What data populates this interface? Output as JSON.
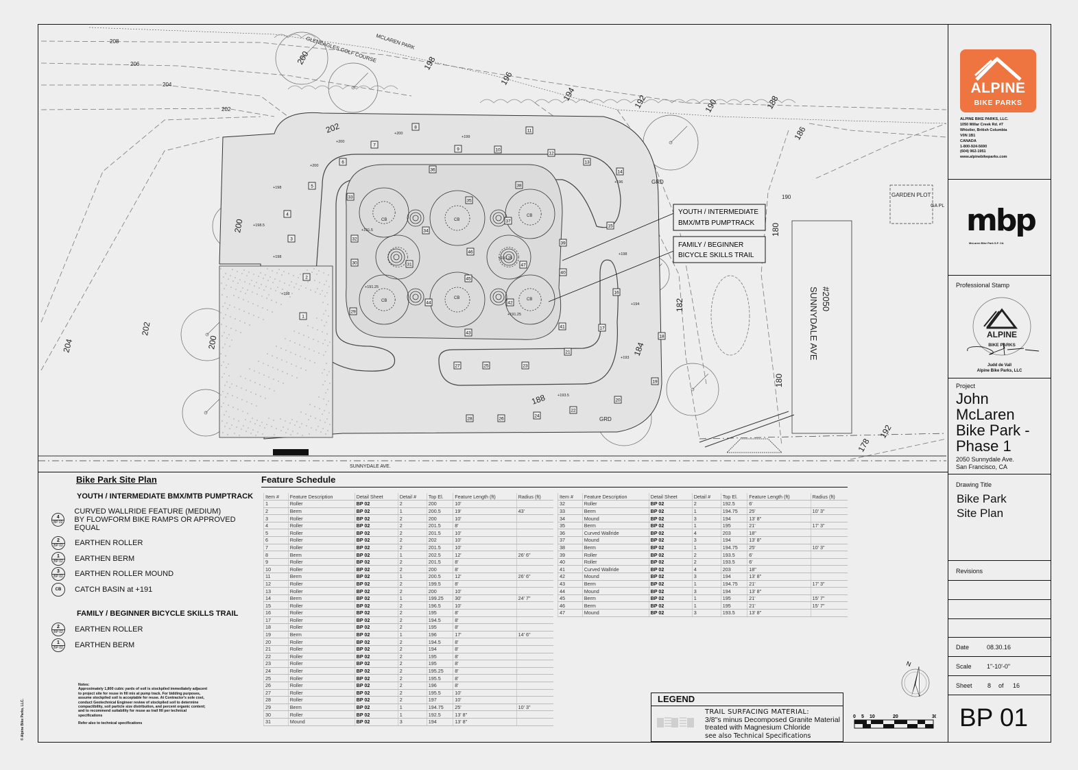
{
  "site_plan": {
    "place_labels": {
      "park": "MCLAREN PARK",
      "golf": "GLENEAGLES GOLF COURSE",
      "street_bottom": "SUNNYDALE AVE.",
      "address_number": "#2050",
      "address_street": "SUNNYDALE AVE",
      "garden": "GARDEN PLOT",
      "garden2": "GA PL",
      "grd": "GRD"
    },
    "contours": [
      "208",
      "206",
      "204",
      "202",
      "200",
      "198",
      "196",
      "194",
      "192",
      "190",
      "188",
      "186",
      "184",
      "182",
      "180",
      "178"
    ],
    "callouts": {
      "pumptrack": "YOUTH / INTERMEDIATE BMX/MTB PUMPTRACK",
      "pumptrack_l1": "YOUTH / INTERMEDIATE",
      "pumptrack_l2": "BMX/MTB PUMPTRACK",
      "skills_l1": "FAMILY / BEGINNER",
      "skills_l2": "BICYCLE SKILLS TRAIL"
    },
    "cb_label": "CB",
    "cb_elevation": "+191",
    "elevations": [
      "+200",
      "+198",
      "+196",
      "+194",
      "+193",
      "+193.5",
      "+191.25",
      "+191.5",
      "+199",
      "+198.5"
    ]
  },
  "legend_left": {
    "title": "Bike Park Site Plan",
    "section1": "YOUTH / INTERMEDIATE BMX/MTB PUMPTRACK",
    "section1_items": [
      {
        "num": "4",
        "sheet": "BP 02",
        "text": "CURVED WALLRIDE FEATURE (MEDIUM)",
        "text2": "BY FLOWFORM BIKE RAMPS OR APPROVED EQUAL"
      },
      {
        "num": "2",
        "sheet": "BP 02",
        "text": "EARTHEN ROLLER"
      },
      {
        "num": "1",
        "sheet": "BP 02",
        "text": "EARTHEN BERM"
      },
      {
        "num": "3",
        "sheet": "BP 02",
        "text": "EARTHEN ROLLER MOUND"
      },
      {
        "num": "CB",
        "sheet": "",
        "text": "CATCH BASIN at +191"
      }
    ],
    "section2": "FAMILY / BEGINNER BICYCLE SKILLS TRAIL",
    "section2_items": [
      {
        "num": "2",
        "sheet": "BP 02",
        "text": "EARTHEN ROLLER"
      },
      {
        "num": "1",
        "sheet": "BP 02",
        "text": "EARTHEN BERM"
      }
    ],
    "notes_title": "Notes:",
    "notes": "Approximately 1,800 cubic yards of soil is stockpiled immediately adjacent to project site for reuse in fill mix at pump track. For bidding purposes, assume stockpiled soil is acceptable for reuse. At Contractor's sole cost, conduct Geotechnical Engineer review of stockpiled soil to determine compactibility, soil particle size distribution, and percent organic content; and to recommend suitability for reuse as trail fill per technical specifications",
    "notes_ref": "Refer also to technical specifications",
    "copyright": "© Alpine Bike Parks, LLC."
  },
  "feature_schedule": {
    "title": "Feature Schedule",
    "columns": [
      "Item #",
      "Feature Description",
      "Detail Sheet",
      "Detail #",
      "Top El.",
      "Feature Length (ft)",
      "Radius (ft)"
    ],
    "rows": [
      [
        "1",
        "Roller",
        "BP 02",
        "2",
        "200",
        "10'",
        ""
      ],
      [
        "2",
        "Berm",
        "BP 02",
        "1",
        "200.5",
        "19'",
        "43'"
      ],
      [
        "3",
        "Roller",
        "BP 02",
        "2",
        "200",
        "10'",
        ""
      ],
      [
        "4",
        "Roller",
        "BP 02",
        "2",
        "201.5",
        "8'",
        ""
      ],
      [
        "5",
        "Roller",
        "BP 02",
        "2",
        "201.5",
        "10'",
        ""
      ],
      [
        "6",
        "Roller",
        "BP 02",
        "2",
        "202",
        "10'",
        ""
      ],
      [
        "7",
        "Roller",
        "BP 02",
        "2",
        "201.5",
        "10'",
        ""
      ],
      [
        "8",
        "Berm",
        "BP 02",
        "1",
        "202.5",
        "12'",
        "26' 6\""
      ],
      [
        "9",
        "Roller",
        "BP 02",
        "2",
        "201.5",
        "8'",
        ""
      ],
      [
        "10",
        "Roller",
        "BP 02",
        "2",
        "200",
        "8'",
        ""
      ],
      [
        "11",
        "Berm",
        "BP 02",
        "1",
        "200.5",
        "12'",
        "26' 6\""
      ],
      [
        "12",
        "Roller",
        "BP 02",
        "2",
        "199.5",
        "8'",
        ""
      ],
      [
        "13",
        "Roller",
        "BP 02",
        "2",
        "200",
        "10'",
        ""
      ],
      [
        "14",
        "Berm",
        "BP 02",
        "1",
        "199.25",
        "30'",
        "24' 7\""
      ],
      [
        "15",
        "Roller",
        "BP 02",
        "2",
        "196.5",
        "10'",
        ""
      ],
      [
        "16",
        "Roller",
        "BP 02",
        "2",
        "195",
        "8'",
        ""
      ],
      [
        "17",
        "Roller",
        "BP 02",
        "2",
        "194.5",
        "8'",
        ""
      ],
      [
        "18",
        "Roller",
        "BP 02",
        "2",
        "195",
        "8'",
        ""
      ],
      [
        "19",
        "Berm",
        "BP 02",
        "1",
        "196",
        "17'",
        "14' 6\""
      ],
      [
        "20",
        "Roller",
        "BP 02",
        "2",
        "194.5",
        "8'",
        ""
      ],
      [
        "21",
        "Roller",
        "BP 02",
        "2",
        "194",
        "8'",
        ""
      ],
      [
        "22",
        "Roller",
        "BP 02",
        "2",
        "195",
        "8'",
        ""
      ],
      [
        "23",
        "Roller",
        "BP 02",
        "2",
        "195",
        "8'",
        ""
      ],
      [
        "24",
        "Roller",
        "BP 02",
        "2",
        "195.25",
        "8'",
        ""
      ],
      [
        "25",
        "Roller",
        "BP 02",
        "2",
        "195.5",
        "8'",
        ""
      ],
      [
        "26",
        "Roller",
        "BP 02",
        "2",
        "196",
        "8'",
        ""
      ],
      [
        "27",
        "Roller",
        "BP 02",
        "2",
        "195.5",
        "10'",
        ""
      ],
      [
        "28",
        "Roller",
        "BP 02",
        "2",
        "197",
        "10'",
        ""
      ],
      [
        "29",
        "Berm",
        "BP 02",
        "1",
        "194.75",
        "25'",
        "10' 3\""
      ],
      [
        "30",
        "Roller",
        "BP 02",
        "1",
        "192.5",
        "13' 8\"",
        ""
      ],
      [
        "31",
        "Mound",
        "BP 02",
        "3",
        "194",
        "13' 8\"",
        ""
      ],
      [
        "32",
        "Roller",
        "BP 02",
        "2",
        "192.5",
        "6'",
        ""
      ],
      [
        "33",
        "Berm",
        "BP 02",
        "1",
        "194.75",
        "25'",
        "10' 3\""
      ],
      [
        "34",
        "Mound",
        "BP 02",
        "3",
        "194",
        "13' 8\"",
        ""
      ],
      [
        "35",
        "Berm",
        "BP 02",
        "1",
        "195",
        "21'",
        "17' 3\""
      ],
      [
        "36",
        "Curved Wallride",
        "BP 02",
        "4",
        "203",
        "18\"",
        ""
      ],
      [
        "37",
        "Mound",
        "BP 02",
        "3",
        "194",
        "13' 8\"",
        ""
      ],
      [
        "38",
        "Berm",
        "BP 02",
        "1",
        "194.75",
        "25'",
        "10' 3\""
      ],
      [
        "39",
        "Roller",
        "BP 02",
        "2",
        "193.5",
        "6'",
        ""
      ],
      [
        "40",
        "Roller",
        "BP 02",
        "2",
        "193.5",
        "6'",
        ""
      ],
      [
        "41",
        "Curved Wallride",
        "BP 02",
        "4",
        "203",
        "18\"",
        ""
      ],
      [
        "42",
        "Mound",
        "BP 02",
        "3",
        "194",
        "13' 8\"",
        ""
      ],
      [
        "43",
        "Berm",
        "BP 02",
        "1",
        "194.75",
        "21'",
        "17' 3\""
      ],
      [
        "44",
        "Mound",
        "BP 02",
        "3",
        "194",
        "13' 8\"",
        ""
      ],
      [
        "45",
        "Berm",
        "BP 02",
        "1",
        "195",
        "21'",
        "15' 7\""
      ],
      [
        "46",
        "Berm",
        "BP 02",
        "1",
        "195",
        "21'",
        "15' 7\""
      ],
      [
        "47",
        "Mound",
        "BP 02",
        "3",
        "193.5",
        "13' 8\"",
        ""
      ]
    ]
  },
  "legend_box": {
    "title": "LEGEND",
    "material_title": "TRAIL SURFACING MATERIAL:",
    "material_l1": "3/8\"s minus Decomposed Granite Material",
    "material_l2": "treated with Magnesium Chloride",
    "material_l3": "see also Technical Specifications"
  },
  "scale_bar": {
    "ticks": [
      "0",
      "5",
      "10",
      "20",
      "30"
    ]
  },
  "north_label": "N",
  "title_block": {
    "logo_text1": "ALPINE",
    "logo_text2": "BIKE PARKS",
    "company": "ALPINE BIKE PARKS, LLC.",
    "address": [
      "1050 Millar Creek Rd. #7",
      "Whistler, British Columbia",
      "V0N 1B1",
      "CANADA",
      "1-800-924-5690",
      "(604) 962-1951",
      "www.alpinebikeparks.com"
    ],
    "mbp_logo": "mbp",
    "mbp_sub": "McLaren Bike Park S.F. CA",
    "stamp_label": "Professional Stamp",
    "stamp_name": "Judd de Vall",
    "stamp_company": "Alpine Bike Parks, LLC",
    "project_label": "Project",
    "project_name": [
      "John",
      "McLaren",
      "Bike Park -",
      "Phase 1"
    ],
    "project_address": [
      "2050 Sunnydale Ave.",
      "San Francisco, CA"
    ],
    "drawing_title_label": "Drawing Title",
    "drawing_title": [
      "Bike Park",
      "Site Plan"
    ],
    "revisions_label": "Revisions",
    "date_label": "Date",
    "date": "08.30.16",
    "scale_label": "Scale",
    "scale": "1\"-10'-0\"",
    "sheet_label": "Sheet",
    "sheet_num": "8",
    "sheet_of": "of",
    "sheet_total": "16",
    "sheet_id": "BP 01"
  },
  "colors": {
    "brand_orange": "#ee7440",
    "ink": "#111111",
    "paper": "#efeeee"
  }
}
